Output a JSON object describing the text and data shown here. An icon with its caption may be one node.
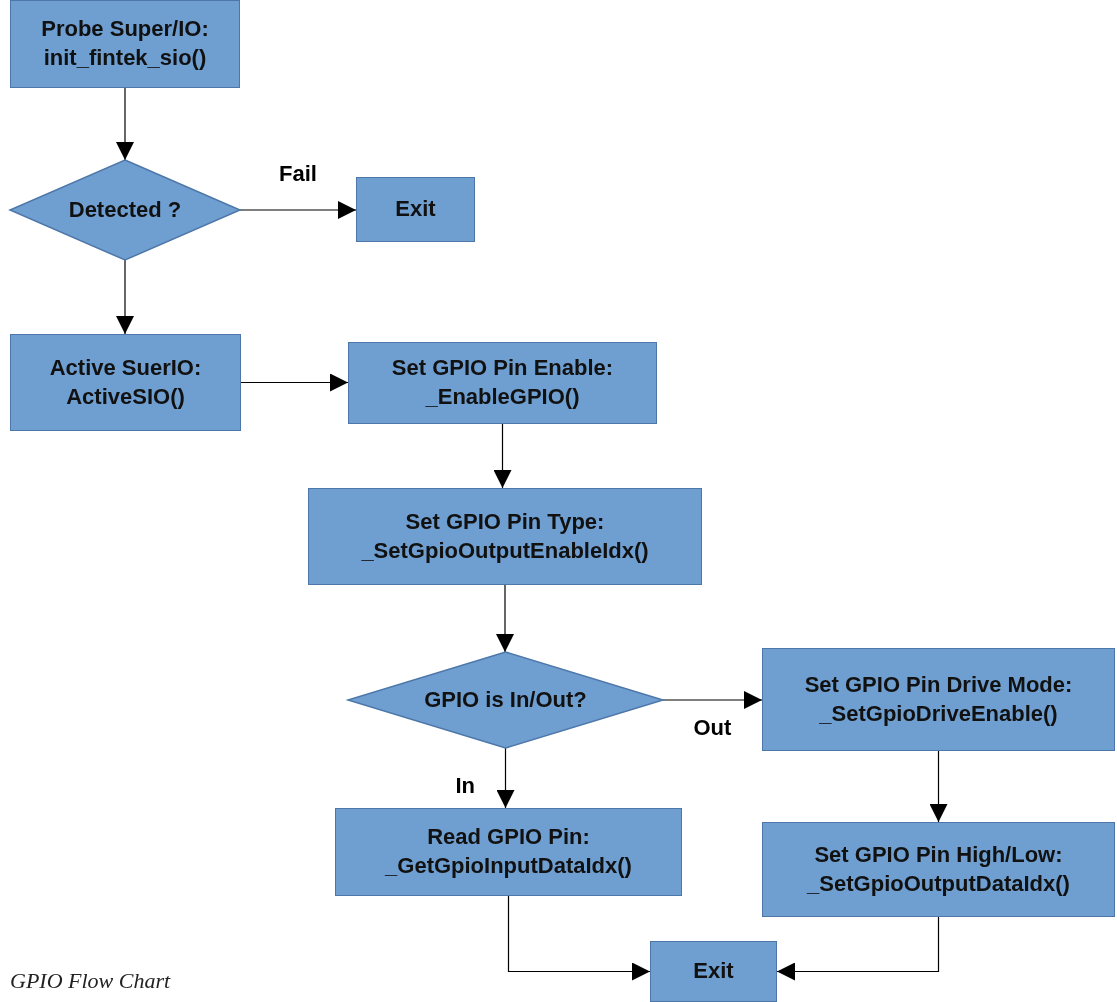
{
  "diagram": {
    "caption": "GPIO Flow Chart",
    "nodes": [
      {
        "text": [
          "Probe Super/IO: init_fintek_sio()"
        ]
      },
      {
        "text": [
          "Detected ?"
        ]
      },
      {
        "text": [
          "Exit"
        ]
      },
      {
        "text": [
          "Active SuerIO: ActiveSIO()"
        ]
      },
      {
        "text": [
          "Set GPIO Pin Enable: _EnableGPIO()"
        ]
      },
      {
        "text": [
          "Set GPIO Pin Type: _SetGpioOutputEnableIdx()"
        ]
      },
      {
        "text": [
          "GPIO is In/Out?"
        ]
      },
      {
        "text": [
          "Set GPIO Pin Drive Mode: _SetGpioDriveEnable()"
        ]
      },
      {
        "text": [
          "Read GPIO Pin: _GetGpioInputDataIdx()"
        ]
      },
      {
        "text": [
          "Set GPIO Pin High/Low: _SetGpioOutputDataIdx()"
        ]
      },
      {
        "text": [
          "Exit"
        ]
      }
    ],
    "edges": [
      {
        "from": 0,
        "to": 1,
        "arrow": "to"
      },
      {
        "from": 1,
        "to": 2,
        "arrow": "to",
        "label": "Fail"
      },
      {
        "from": 1,
        "to": 3,
        "arrow": "to"
      },
      {
        "from": 3,
        "to": 4,
        "arrow": "to"
      },
      {
        "from": 4,
        "to": 5,
        "arrow": "to"
      },
      {
        "from": 5,
        "to": 6,
        "arrow": "to"
      },
      {
        "from": 6,
        "to": 7,
        "arrow": "to",
        "label": "Out"
      },
      {
        "from": 6,
        "to": 8,
        "arrow": "to",
        "label": "In"
      },
      {
        "from": 7,
        "to": 9,
        "arrow": "to"
      },
      {
        "from": 8,
        "to": 10,
        "arrow": "to"
      },
      {
        "from": 9,
        "to": 10,
        "arrow": "to"
      }
    ]
  }
}
